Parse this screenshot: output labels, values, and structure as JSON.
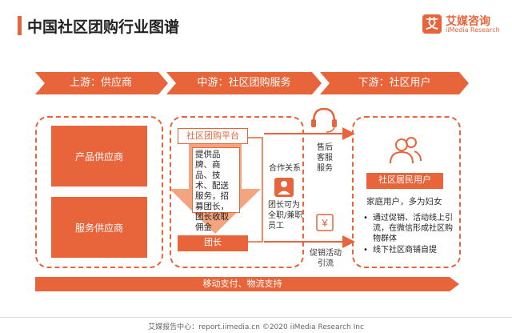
{
  "title": "中国社区团购行业图谱",
  "logo": {
    "badge": "艾",
    "name_cn": "艾媒咨询",
    "name_en": "iiMedia Research"
  },
  "stages": [
    {
      "label": "上游：供应商"
    },
    {
      "label": "中游：社区团购服务"
    },
    {
      "label": "下游：社区用户"
    }
  ],
  "upstream": {
    "items": [
      "产品供应商",
      "服务供应商"
    ]
  },
  "midstream": {
    "platform_label": "社区团购平台",
    "functions": "提供品牌、商品、技术、配送服务，招募团长，团长收取佣金",
    "leader_label": "团长",
    "cooperation": "合作关系",
    "leader_note": "团长可为全职/兼职员工"
  },
  "flows": {
    "after_sales": "售后客服服务",
    "promotion": "促销活动引流"
  },
  "downstream": {
    "user_label": "社区居民用户",
    "description": "家庭用户，多为妇女",
    "bullets": [
      "通过促销、活动线上引流，在微信形成社区购物群体",
      "线下社区商铺自提"
    ]
  },
  "bottom_bar": "移动支付、物流支持",
  "footer": "艾媒报告中心：report.iimedia.cn   ©2020  iiMedia Research  Inc",
  "colors": {
    "accent": "#e8643a",
    "accent_light": "#f2a57f"
  },
  "icons": [
    "headset-icon",
    "yen-icon",
    "person-badge-icon",
    "users-icon"
  ]
}
